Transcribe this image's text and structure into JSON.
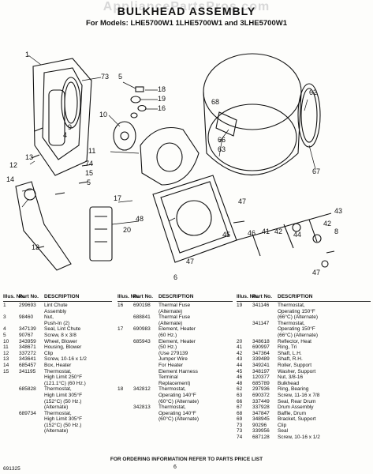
{
  "watermark": "AppliancePartsPros.com",
  "title": "BULKHEAD ASSEMBLY",
  "subtitle": "For Models: LHE5700W1 1LHE5700W1 and 3LHE5700W1",
  "callouts": [
    "1",
    "73",
    "5",
    "18",
    "19",
    "16",
    "10",
    "9",
    "4",
    "11",
    "13",
    "74",
    "15",
    "12",
    "14",
    "5",
    "13",
    "17",
    "48",
    "20",
    "68",
    "66",
    "63",
    "62",
    "67",
    "47",
    "43",
    "45",
    "46",
    "41",
    "42",
    "44",
    "42",
    "8",
    "47",
    "47",
    "6"
  ],
  "headers": {
    "illus": "Illus. No.",
    "part": "Part No.",
    "desc": "DESCRIPTION"
  },
  "columns": [
    [
      [
        "1",
        "299693",
        "Lint Chute"
      ],
      [
        "",
        "",
        "Assembly"
      ],
      [
        "3",
        "98460",
        "Nut,"
      ],
      [
        "",
        "",
        "Push-In (2)"
      ],
      [
        "4",
        "347139",
        "Seal, Lint Chute"
      ],
      [
        "5",
        "90767",
        "Screw, 8 x 3/8"
      ],
      [
        "10",
        "343959",
        "Wheel, Blower"
      ],
      [
        "11",
        "348671",
        "Housing, Blower"
      ],
      [
        "12",
        "337272",
        "Clip"
      ],
      [
        "13",
        "343641",
        "Screw, 10-16 x 1/2"
      ],
      [
        "14",
        "685457",
        "Box, Heater"
      ],
      [
        "15",
        "341195",
        "Thermostat,"
      ],
      [
        "",
        "",
        "High Limit 250°F"
      ],
      [
        "",
        "",
        "(121.1°C) (60 Hz.)"
      ],
      [
        "",
        "685828",
        "Thermostat,"
      ],
      [
        "",
        "",
        "High Limit 305°F"
      ],
      [
        "",
        "",
        "(152°C) (50 Hz.)"
      ],
      [
        "",
        "",
        "(Alternate)"
      ],
      [
        "",
        "689734",
        "Thermostat,"
      ],
      [
        "",
        "",
        "High Limit 305°F"
      ],
      [
        "",
        "",
        "(152°C) (50 Hz.)"
      ],
      [
        "",
        "",
        "(Alternate)"
      ]
    ],
    [
      [
        "16",
        "690198",
        "Thermal Fuse"
      ],
      [
        "",
        "",
        "(Alternate)"
      ],
      [
        "",
        "688841",
        "Thermal Fuse"
      ],
      [
        "",
        "",
        "(Alternate)"
      ],
      [
        "17",
        "690983",
        "Element, Heater"
      ],
      [
        "",
        "",
        "(60 Hz.)"
      ],
      [
        "",
        "685943",
        "Element, Heater"
      ],
      [
        "",
        "",
        "(50 Hz.)"
      ],
      [
        "",
        "",
        "(Use 279139"
      ],
      [
        "",
        "",
        "Jumper Wire"
      ],
      [
        "",
        "",
        "For Heater"
      ],
      [
        "",
        "",
        "Element Harness"
      ],
      [
        "",
        "",
        "Terminal"
      ],
      [
        "",
        "",
        "Replacement)"
      ],
      [
        "18",
        "342812",
        "Thermostat,"
      ],
      [
        "",
        "",
        "Operating 140°F"
      ],
      [
        "",
        "",
        "(60°C) (Alternate)"
      ],
      [
        "",
        "342813",
        "Thermostat,"
      ],
      [
        "",
        "",
        "Operating 140°F"
      ],
      [
        "",
        "",
        "(60°C) (Alternate)"
      ]
    ],
    [
      [
        "19",
        "341146",
        "Thermostat,"
      ],
      [
        "",
        "",
        "Operating 150°F"
      ],
      [
        "",
        "",
        "(66°C) (Alternate)"
      ],
      [
        "",
        "341147",
        "Thermostat,"
      ],
      [
        "",
        "",
        "Operating 150°F"
      ],
      [
        "",
        "",
        "(66°C) (Alternate)"
      ],
      [
        "20",
        "348618",
        "Reflector, Heat"
      ],
      [
        "41",
        "690997",
        "Ring, Tri"
      ],
      [
        "42",
        "347364",
        "Shaft, L.H."
      ],
      [
        "43",
        "339489",
        "Shaft, R.H."
      ],
      [
        "44",
        "349241",
        "Roller, Support"
      ],
      [
        "45",
        "348197",
        "Washer, Support"
      ],
      [
        "46",
        "120377",
        "Nut, 3/8-16"
      ],
      [
        "48",
        "685789",
        "Bulkhead"
      ],
      [
        "62",
        "297936",
        "Ring, Bearing"
      ],
      [
        "63",
        "690372",
        "Screw, 11-16 x 7/8"
      ],
      [
        "66",
        "337449",
        "Seal, Rear Drum"
      ],
      [
        "67",
        "337928",
        "Drum Assembly"
      ],
      [
        "68",
        "347847",
        "Baffle, Drum"
      ],
      [
        "69",
        "348945",
        "Bracket, Support"
      ],
      [
        "73",
        "90296",
        "Clip"
      ],
      [
        "73",
        "339956",
        "Seal"
      ],
      [
        "74",
        "687128",
        "Screw, 10-16 x 1/2"
      ]
    ]
  ],
  "footer": "FOR ORDERING INFORMATION REFER TO PARTS PRICE LIST",
  "doc_code": "691325",
  "page_number": "6"
}
